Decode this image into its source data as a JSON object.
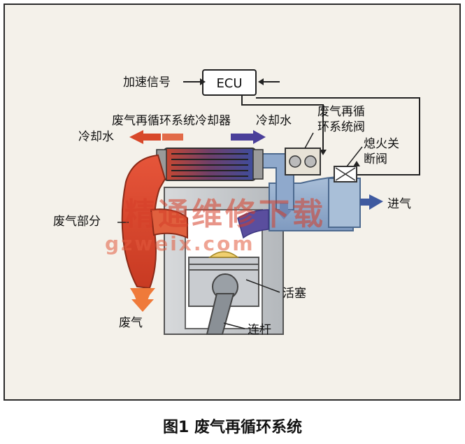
{
  "diagram": {
    "ecu_label": "ECU",
    "labels": {
      "accel_signal": "加速信号",
      "egr_cooler": "废气再循环系统冷却器",
      "coolant_left": "冷却水",
      "coolant_right": "冷却水",
      "egr_valve_line1": "废气再循",
      "egr_valve_line2": "环系统阀",
      "shutoff_line1": "熄火关",
      "shutoff_line2": "断阀",
      "intake": "进气",
      "exhaust_part": "废气部分",
      "exhaust": "废气",
      "piston": "活塞",
      "connecting_rod": "连杆"
    },
    "watermark": {
      "text": "精通维修下载",
      "url": "gzweix.com"
    },
    "colors": {
      "exhaust_hot": "#d8482a",
      "exhaust_orange": "#ef7a3a",
      "coolant_blue": "#5b4ea8",
      "intake_blue": "#8aa6c8",
      "engine_gray": "#bfc3c7"
    }
  },
  "caption": "图1  废气再循环系统"
}
